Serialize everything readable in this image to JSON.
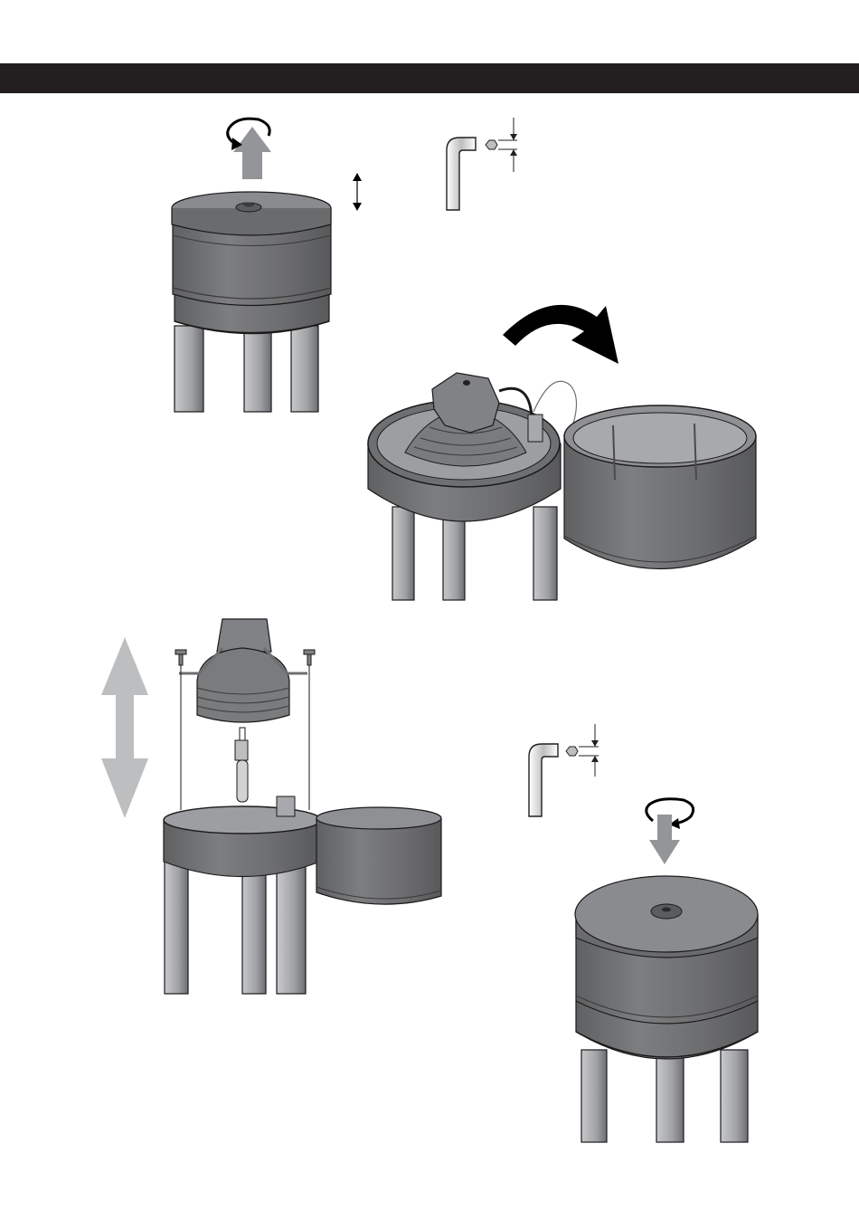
{
  "header": {
    "text": ""
  },
  "steps": [
    {
      "id": "step-1",
      "icons": [
        "lamp-head-closed",
        "rotate-ccw-icon",
        "lift-up-arrow-icon",
        "gap-arrow-icon",
        "allen-key-icon"
      ]
    },
    {
      "id": "step-2",
      "icons": [
        "opened-lamp-head",
        "removed-cover",
        "flip-over-arrow-icon"
      ]
    },
    {
      "id": "step-3",
      "icons": [
        "reflector-assembly",
        "screw-icon",
        "bulb",
        "double-arrow-icon",
        "lamp-base-open",
        "cover"
      ]
    },
    {
      "id": "step-4",
      "icons": [
        "allen-key-icon",
        "rotate-cw-icon",
        "lower-down-arrow-icon",
        "lamp-head-closed"
      ]
    }
  ],
  "colors": {
    "header": "#231f20",
    "metal_dark": "#6f7072",
    "metal_mid": "#808285",
    "metal_light": "#a7a9ac",
    "arrow_gray": "#939598",
    "arrow_light": "#bcbec0",
    "outline": "#1a1a1a"
  }
}
